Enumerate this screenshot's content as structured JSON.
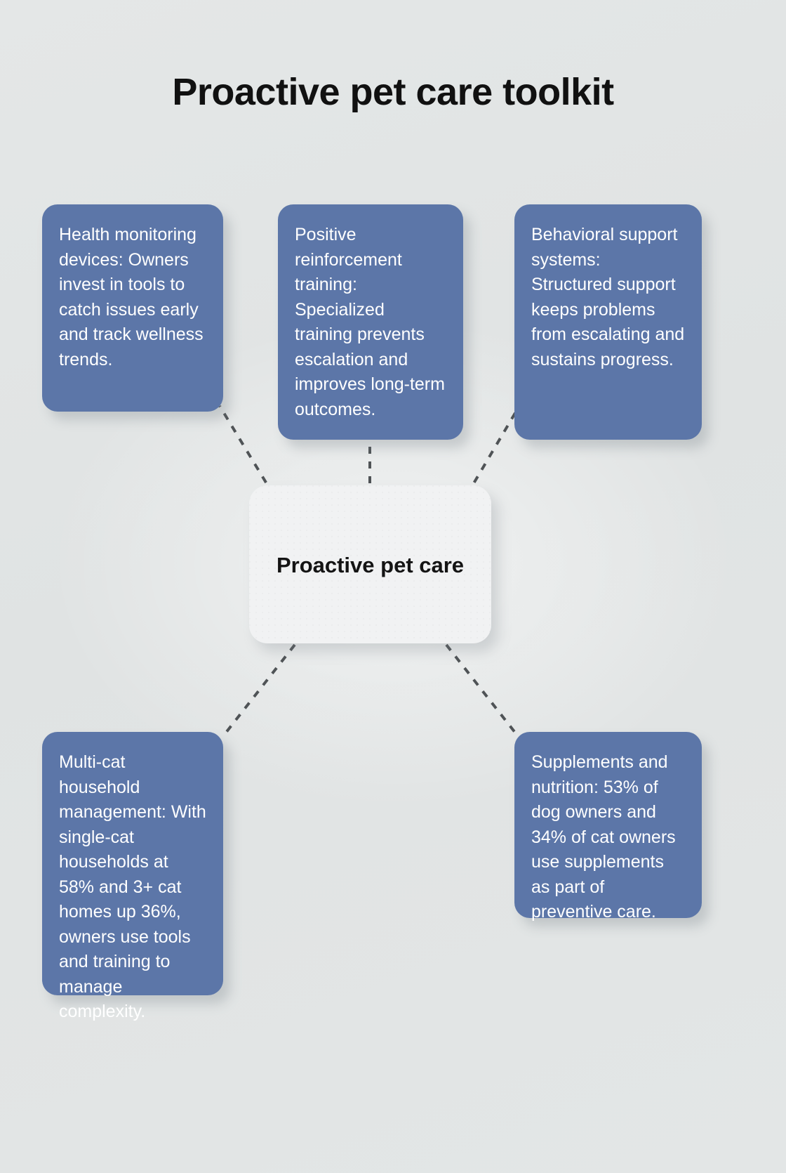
{
  "title": "Proactive pet care toolkit",
  "theme": {
    "background": "#e2e5e5",
    "node_fill": "#5c76a8",
    "node_text": "#ffffff",
    "center_fill": "#f1f2f3",
    "center_text": "#141414",
    "title_color": "#111111",
    "connector_color": "#4f5356"
  },
  "center": {
    "label": "Proactive pet care"
  },
  "nodes": [
    {
      "id": "health-monitoring-devices",
      "label": "Health monitoring devices: Owners invest in tools to catch issues early and track wellness trends.",
      "position": "top-left"
    },
    {
      "id": "positive-reinforcement-training",
      "label": "Positive reinforcement training: Specialized training prevents escalation and improves long-term outcomes.",
      "position": "top-center"
    },
    {
      "id": "behavioral-support-systems",
      "label": "Behavioral support systems: Structured support keeps problems from escalating and sustains progress.",
      "position": "top-right"
    },
    {
      "id": "multi-cat-household-management",
      "label": "Multi-cat household management: With single-cat households at 58% and 3+ cat homes up 36%, owners use tools and training to manage complexity.",
      "position": "bottom-left"
    },
    {
      "id": "supplements-and-nutrition",
      "label": "Supplements and nutrition: 53% of dog owners and 34% of cat owners use supplements as part of preventive care.",
      "position": "bottom-right"
    }
  ],
  "connectors": [
    {
      "from": "center",
      "to": "health-monitoring-devices"
    },
    {
      "from": "center",
      "to": "positive-reinforcement-training"
    },
    {
      "from": "center",
      "to": "behavioral-support-systems"
    },
    {
      "from": "center",
      "to": "multi-cat-household-management"
    },
    {
      "from": "center",
      "to": "supplements-and-nutrition"
    }
  ],
  "chart_data": {
    "type": "diagram",
    "subtype": "hub-and-spoke",
    "title": "Proactive pet care toolkit",
    "hub": "Proactive pet care",
    "spokes": [
      "Health monitoring devices: Owners invest in tools to catch issues early and track wellness trends.",
      "Positive reinforcement training: Specialized training prevents escalation and improves long-term outcomes.",
      "Behavioral support systems: Structured support keeps problems from escalating and sustains progress.",
      "Multi-cat household management: With single-cat households at 58% and 3+ cat homes up 36%, owners use tools and training to manage complexity.",
      "Supplements and nutrition: 53% of dog owners and 34% of cat owners use supplements as part of preventive care."
    ],
    "statistics": [
      {
        "label": "Single-cat households",
        "value": 58,
        "unit": "%"
      },
      {
        "label": "3+ cat homes growth",
        "value": 36,
        "unit": "%"
      },
      {
        "label": "Dog owners using supplements",
        "value": 53,
        "unit": "%"
      },
      {
        "label": "Cat owners using supplements",
        "value": 34,
        "unit": "%"
      }
    ]
  }
}
